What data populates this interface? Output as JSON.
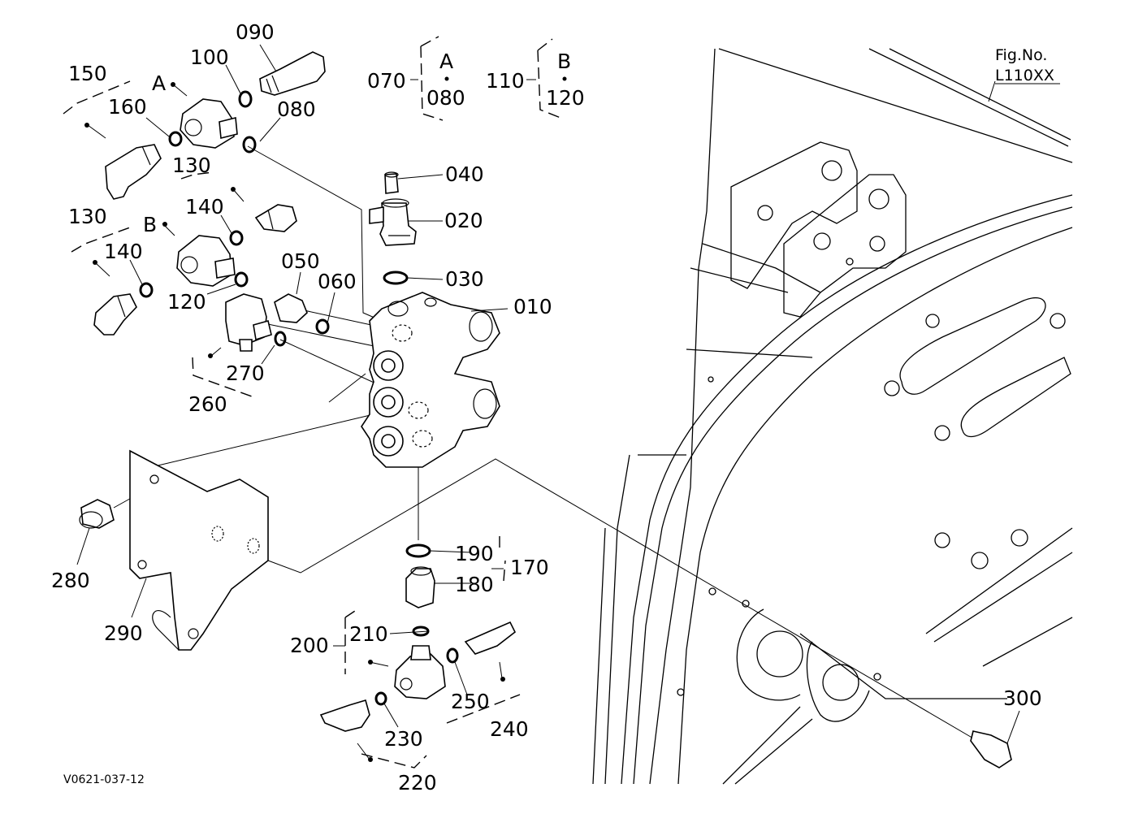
{
  "figure": {
    "fig_no_label": "Fig.No.",
    "fig_no_value": "L110XX",
    "drawing_code": "V0621-037-12"
  },
  "legend": {
    "group_a": {
      "group_code": "070",
      "letter": "A",
      "part": "080"
    },
    "group_b": {
      "group_code": "110",
      "letter": "B",
      "part": "120"
    }
  },
  "callouts": {
    "p010": "010",
    "p020": "020",
    "p030": "030",
    "p040": "040",
    "p050": "050",
    "p060": "060",
    "p080": "080",
    "p090": "090",
    "p100": "100",
    "p120": "120",
    "p130a": "130",
    "p130b": "130",
    "p140a": "140",
    "p140b": "140",
    "p150": "150",
    "p160": "160",
    "p170": "170",
    "p180": "180",
    "p190": "190",
    "p200": "200",
    "p210": "210",
    "p220": "220",
    "p230": "230",
    "p240": "240",
    "p250": "250",
    "p260": "260",
    "p270": "270",
    "p280": "280",
    "p290": "290",
    "p300": "300"
  },
  "markers": {
    "a": "A",
    "b": "B"
  }
}
